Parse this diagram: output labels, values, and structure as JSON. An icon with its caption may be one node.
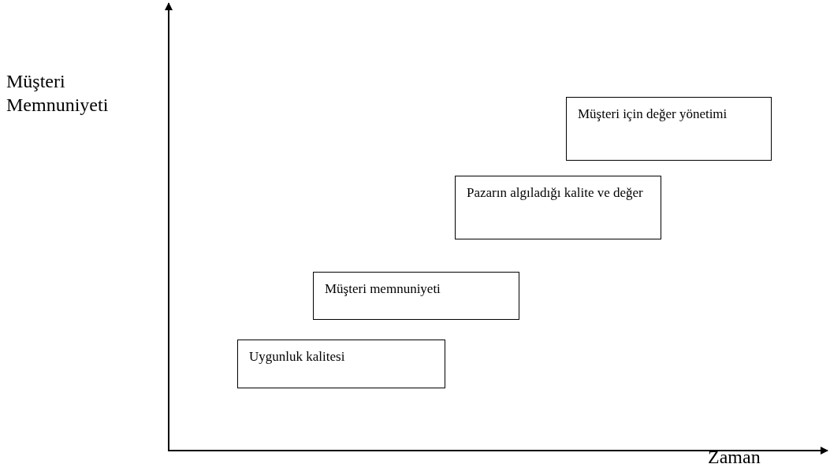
{
  "diagram": {
    "nodes": [
      {
        "text": [
          "Uygunluk kalitesi"
        ]
      },
      {
        "text": [
          "Müşteri memnuniyeti"
        ]
      },
      {
        "text": [
          "Pazarın algıladığı kalite ve değer"
        ]
      },
      {
        "text": [
          "Müşteri için değer yönetimi"
        ]
      }
    ],
    "labels": [
      "Müşteri Memnuniyeti",
      "Zaman"
    ]
  }
}
